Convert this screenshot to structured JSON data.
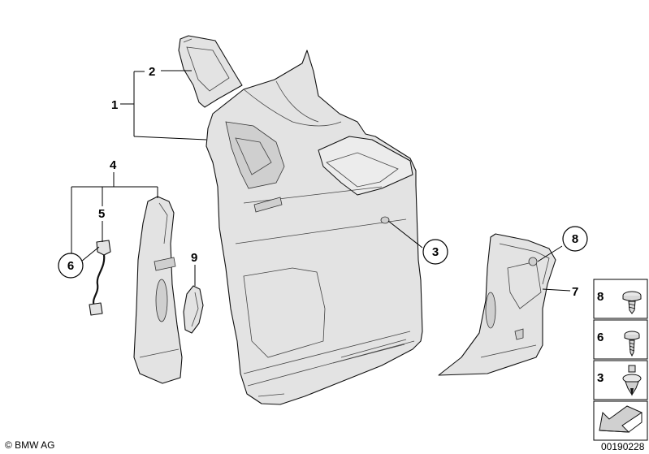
{
  "labels": {
    "l1": "1",
    "l2": "2",
    "l3": "3",
    "l4": "4",
    "l5": "5",
    "l6": "6",
    "l7": "7",
    "l8": "8",
    "l9": "9"
  },
  "legend": {
    "items": [
      "8",
      "6",
      "3"
    ]
  },
  "footer": {
    "copyright": "© BMW AG",
    "diagram_number": "00190228"
  }
}
